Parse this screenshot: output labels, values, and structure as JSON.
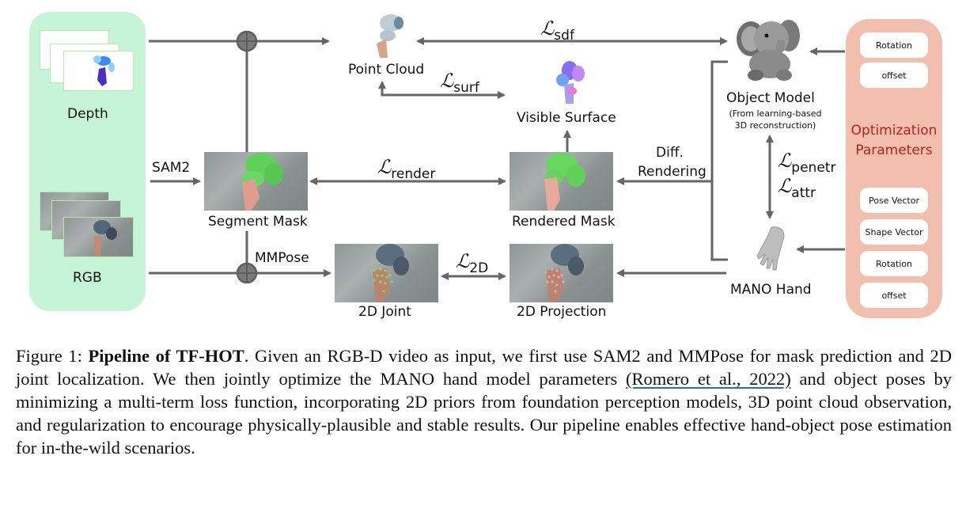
{
  "figure": {
    "inputs": {
      "depth_label": "Depth",
      "rgb_label": "RGB"
    },
    "nodes": {
      "point_cloud": "Point Cloud",
      "visible_surface": "Visible Surface",
      "segment_mask": "Segment Mask",
      "rendered_mask": "Rendered Mask",
      "joint_2d": "2D Joint",
      "projection_2d": "2D Projection",
      "object_model": "Object Model",
      "object_model_note_1": "(From learning-based",
      "object_model_note_2": "3D reconstruction)",
      "mano_hand": "MANO Hand"
    },
    "edge_labels": {
      "sam2": "SAM2",
      "mmpose": "MMPose",
      "diff": "Diff.",
      "rendering": "Rendering"
    },
    "losses": {
      "symbol": "ℒ",
      "sdf": "sdf",
      "surf": "surf",
      "render": "render",
      "penetr": "penetr",
      "attr": "attr",
      "two_d": "2D"
    },
    "optimization": {
      "title_line1": "Optimization",
      "title_line2": "Parameters",
      "object_params": [
        "Rotation",
        "offset"
      ],
      "hand_params": [
        "Pose Vector",
        "Shape Vector",
        "Rotation",
        "offset"
      ]
    },
    "colors": {
      "input_panel": "#c6f4d6",
      "param_panel": "#f2bfae",
      "param_title": "#b3241a",
      "arrows": "#656565",
      "citation_underline": "#2a6fb5"
    }
  },
  "caption": {
    "prefix": "Figure 1: ",
    "title": "Pipeline of TF-HOT",
    "text_1": ". Given an RGB-D video as input, we first use SAM2 and MMPose for mask prediction and 2D joint localization. We then jointly optimize the MANO hand model parameters ",
    "citation": "(Romero et al., 2022)",
    "text_2": " and object poses by minimizing a multi-term loss function, incorporating 2D priors from foundation perception models, 3D point cloud observation, and regularization to encourage physically-plausible and stable results. Our pipeline enables effective hand-object pose estimation for in-the-wild scenarios."
  }
}
